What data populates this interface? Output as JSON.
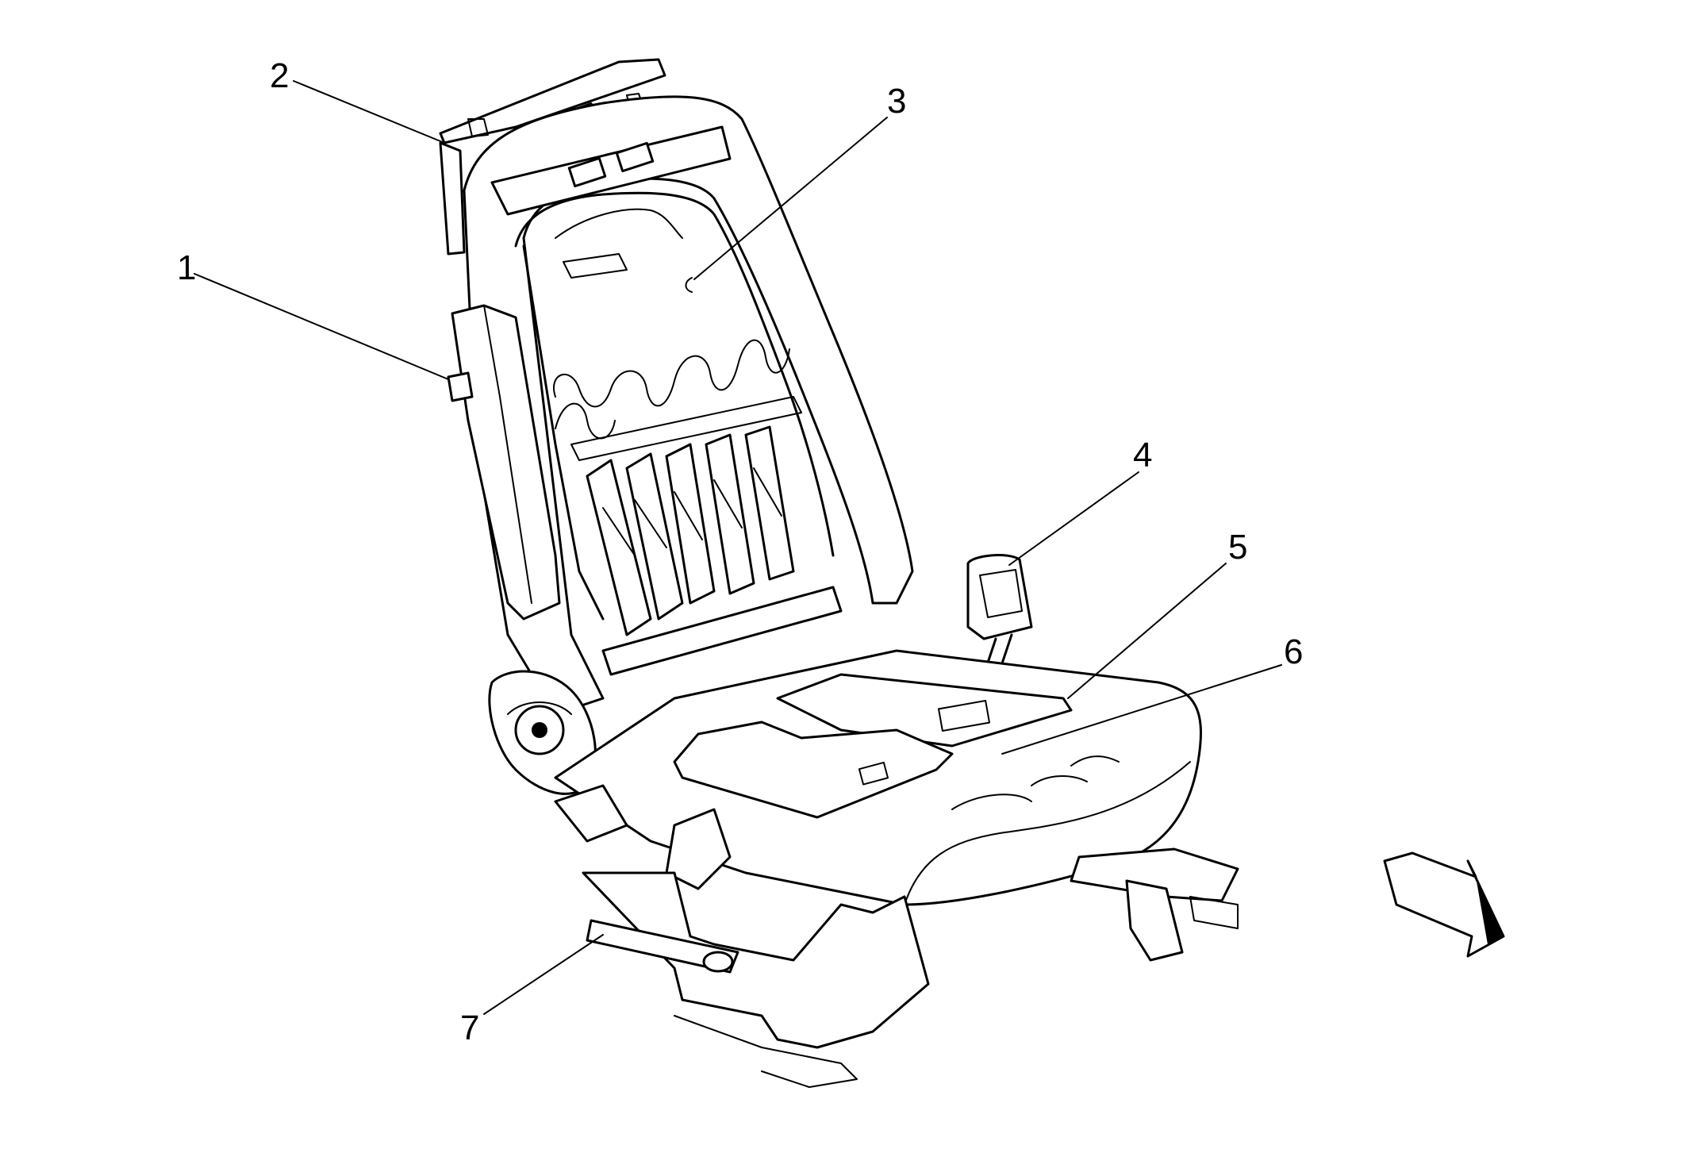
{
  "callouts": [
    {
      "id": "c1",
      "label": "1"
    },
    {
      "id": "c2",
      "label": "2"
    },
    {
      "id": "c3",
      "label": "3"
    },
    {
      "id": "c4",
      "label": "4"
    },
    {
      "id": "c5",
      "label": "5"
    },
    {
      "id": "c6",
      "label": "6"
    },
    {
      "id": "c7",
      "label": "7"
    }
  ],
  "icons": {
    "direction_arrow": "forward-direction-arrow-icon"
  },
  "colors": {
    "line": "#000000",
    "background": "#ffffff"
  }
}
